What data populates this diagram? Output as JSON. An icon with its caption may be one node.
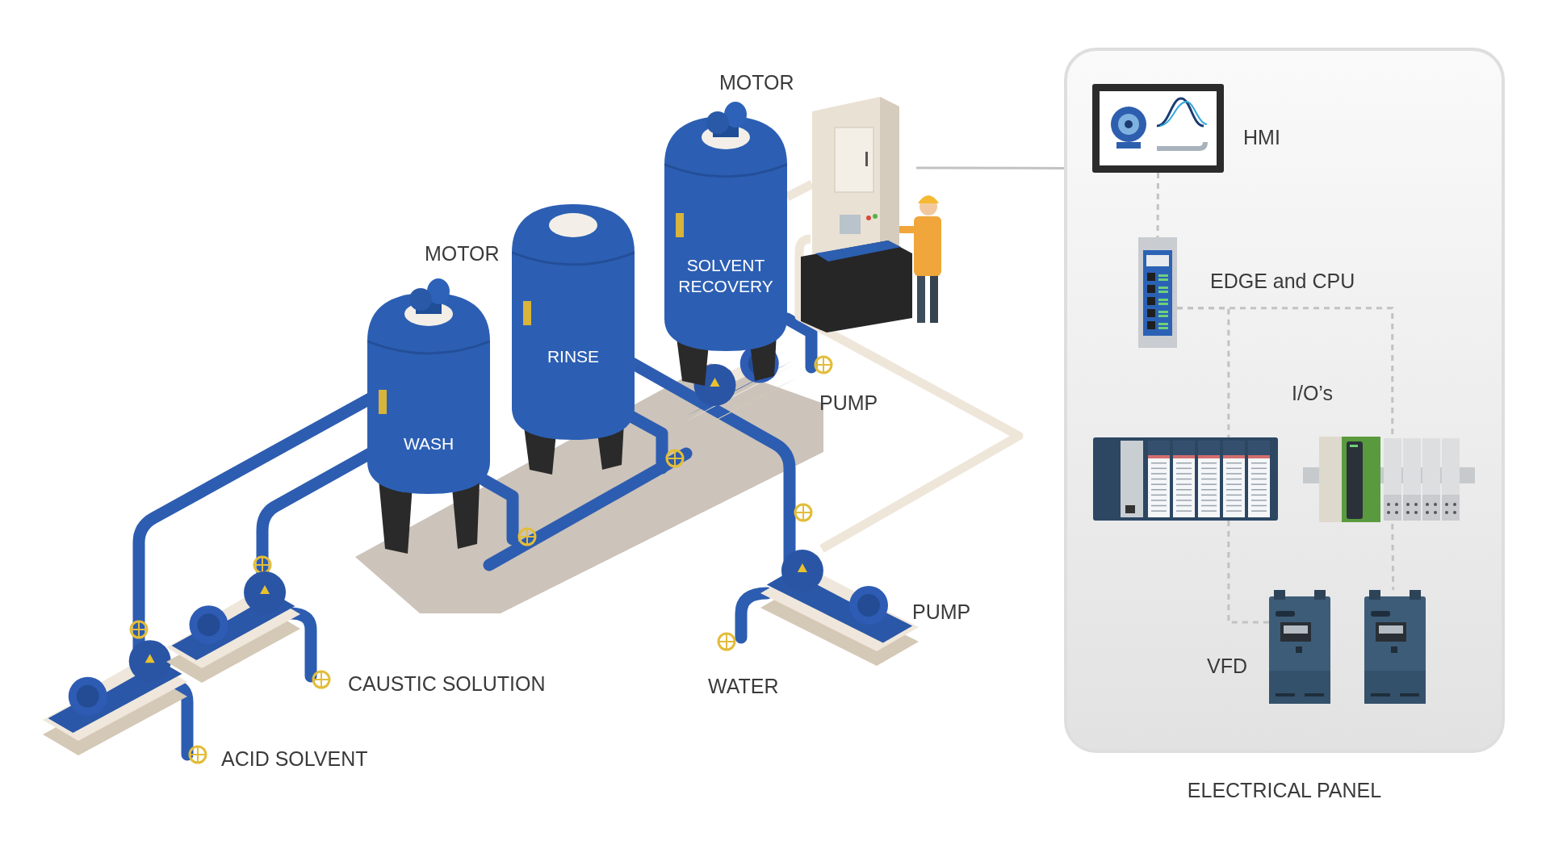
{
  "diagram": {
    "nodes": [
      {
        "text": [
          "WASH"
        ]
      },
      {
        "text": [
          "RINSE"
        ]
      },
      {
        "text": [
          "SOLVENT RECOVERY"
        ]
      },
      {
        "text": [],
        "shape": "picture"
      },
      {
        "text": [
          "ELECTRICAL PANEL"
        ]
      },
      {
        "text": [],
        "shape": "picture",
        "in": 4,
        "beside": [
          "HMI"
        ]
      },
      {
        "text": [],
        "shape": "picture",
        "in": 4,
        "beside": [
          "EDGE and CPU"
        ]
      },
      {
        "text": [],
        "shape": "picture",
        "in": 4
      },
      {
        "text": [],
        "shape": "picture",
        "in": 4
      },
      {
        "text": [],
        "shape": "picture",
        "in": 4
      },
      {
        "text": [],
        "shape": "picture",
        "in": 4
      }
    ],
    "edges": [
      {
        "from": 3,
        "to": 4,
        "arrow": "none"
      },
      {
        "from": 5,
        "to": 6,
        "arrow": "none",
        "style": "dashed"
      },
      {
        "from": 6,
        "to": 7,
        "arrow": "none",
        "style": "dashed"
      },
      {
        "from": 6,
        "to": 8,
        "arrow": "none",
        "style": "dashed"
      },
      {
        "from": 7,
        "to": 9,
        "arrow": "none",
        "style": "dashed"
      },
      {
        "from": 8,
        "to": 10,
        "arrow": "none",
        "style": "dashed"
      }
    ],
    "labels": [
      "MOTOR",
      "MOTOR",
      "PUMP",
      "I/O’s",
      "PUMP",
      "VFD",
      "CAUSTIC SOLUTION",
      "WATER",
      "ACID SOLVENT"
    ]
  }
}
